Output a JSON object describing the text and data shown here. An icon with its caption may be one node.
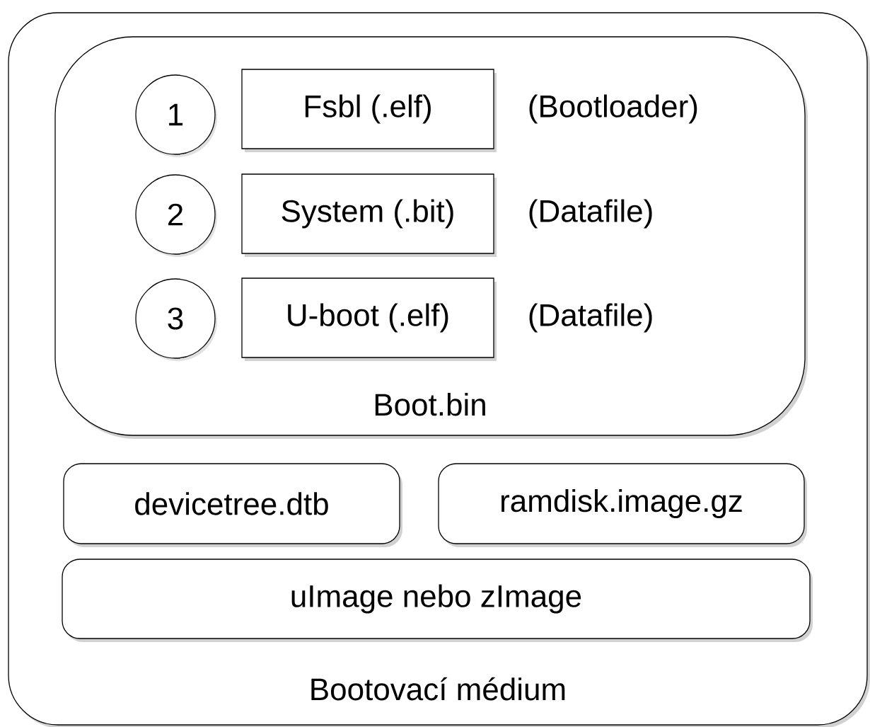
{
  "diagram": {
    "nodes": [
      {
        "text": [
          "Bootovací médium"
        ]
      },
      {
        "text": [
          "Boot.bin"
        ],
        "in": 0
      },
      {
        "text": [
          "1"
        ],
        "in": 1
      },
      {
        "text": [
          "Fsbl (.elf)"
        ],
        "in": 1,
        "beside": [
          "(Bootloader)"
        ]
      },
      {
        "text": [
          "2"
        ],
        "in": 1
      },
      {
        "text": [
          "System (.bit)"
        ],
        "in": 1,
        "beside": [
          "(Datafile)"
        ]
      },
      {
        "text": [
          "3"
        ],
        "in": 1
      },
      {
        "text": [
          "U-boot (.elf)"
        ],
        "in": 1,
        "beside": [
          "(Datafile)"
        ]
      },
      {
        "text": [
          "devicetree.dtb"
        ],
        "in": 0
      },
      {
        "text": [
          "ramdisk.image.gz"
        ],
        "in": 0
      },
      {
        "text": [
          "uImage nebo zImage"
        ],
        "in": 0
      }
    ]
  }
}
